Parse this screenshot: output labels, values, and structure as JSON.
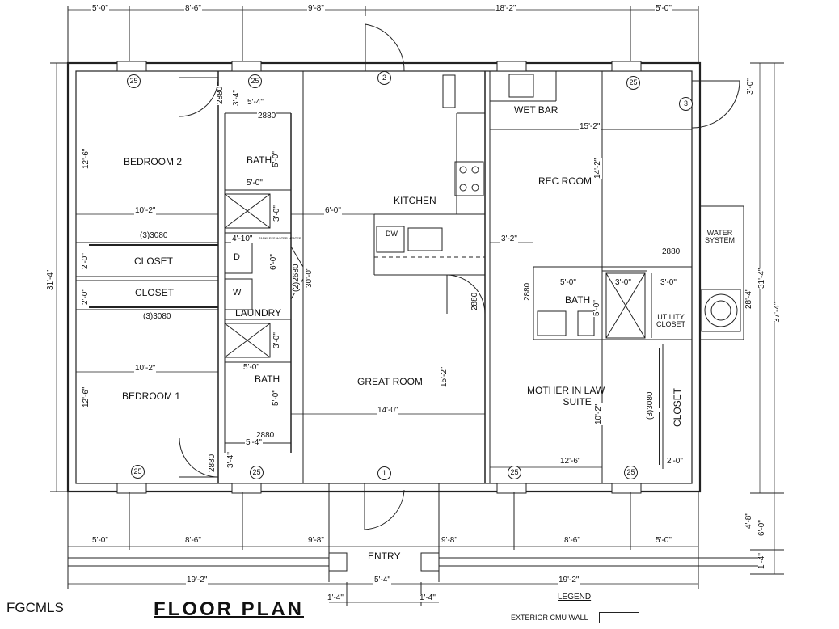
{
  "watermark": "FGCMLS",
  "title": "FLOOR PLAN",
  "legend": {
    "heading": "LEGEND",
    "item": "EXTERIOR CMU WALL"
  },
  "rooms": {
    "bedroom2": "BEDROOM 2",
    "bedroom1": "BEDROOM 1",
    "closet_a": "CLOSET",
    "closet_b": "CLOSET",
    "bath_upper": "BATH",
    "bath_lower": "BATH",
    "laundry": "LAUNDRY",
    "kitchen": "KITCHEN",
    "great_room": "GREAT ROOM",
    "entry": "ENTRY",
    "wet_bar": "WET BAR",
    "rec_room": "REC ROOM",
    "bath_mil": "BATH",
    "utility_closet_1": "UTILITY",
    "utility_closet_2": "CLOSET",
    "mother_in_law_1": "MOTHER IN LAW",
    "mother_in_law_2": "SUITE",
    "closet_mil": "CLOSET",
    "water_system_1": "WATER",
    "water_system_2": "SYSTEM",
    "dw": "DW",
    "dryer": "D",
    "washer": "W"
  },
  "door_tags": {
    "d1": "1",
    "d2": "2",
    "d3": "3",
    "w25a": "25",
    "w25b": "25",
    "w25c": "25",
    "w25d": "25",
    "w25e": "25",
    "w25f": "25"
  },
  "dimensions": {
    "top_1": "5'-0\"",
    "top_2": "8'-6\"",
    "top_3": "9'-8\"",
    "top_4": "18'-2\"",
    "top_5": "5'-0\"",
    "bot_1": "5'-0\"",
    "bot_2": "8'-6\"",
    "bot_3": "9'-8\"",
    "bot_4": "9'-8\"",
    "bot_5": "8'-6\"",
    "bot_6": "5'-0\"",
    "bot_total_l": "19'-2\"",
    "bot_total_c": "5'-4\"",
    "bot_total_r": "19'-2\"",
    "bot_14a": "1'-4\"",
    "bot_14b": "1'-4\"",
    "left_total": "31'-4\"",
    "br2_h": "12'-6\"",
    "br1_h": "12'-6\"",
    "br2_w": "10'-2\"",
    "br1_w": "10'-2\"",
    "closet_h1": "2'-0\"",
    "closet_h2": "2'-0\"",
    "closet_door1": "(3)3080",
    "closet_door2": "(3)3080",
    "door_2880_a": "2880",
    "door_2880_b": "2880",
    "door_2880_c": "2880",
    "door_2880_d": "2880",
    "door_2880_e": "2880",
    "door_2880_f": "2880",
    "door_2880_g": "2880",
    "d_3_4_a": "3'-4\"",
    "d_3_4_b": "3'-4\"",
    "d_5_4_a": "5'-4\"",
    "d_5_4_b": "5'-4\"",
    "bath_h_a": "5'-0\"",
    "bath_w_a": "5'-0\"",
    "bath_h_b": "5'-0\"",
    "bath_w_b": "5'-0\"",
    "shower_a": "3'-0\"",
    "shower_b": "3'-0\"",
    "laundry_w": "4'-10\"",
    "laundry_6": "6'-0\"",
    "laundry_door": "(2)2680",
    "hall_30": "30'-0\"",
    "hall_6": "6'-0\"",
    "great_w": "14'-0\"",
    "great_h": "15'-2\"",
    "rec_w": "15'-2\"",
    "rec_h": "14'-2\"",
    "wetbar_30": "3'-0\"",
    "mil_3_2": "3'-2\"",
    "mil_bath_w": "5'-0\"",
    "mil_bath_h": "5'-0\"",
    "mil_sh_w": "3'-0\"",
    "mil_util_w": "3'-0\"",
    "mil_w": "12'-6\"",
    "mil_h": "10'-2\"",
    "mil_closet_door": "(3)3080",
    "mil_closet_w": "2'-0\"",
    "right_28_4": "28'-4\"",
    "right_31_4": "31'-4\"",
    "right_37_4": "37'-4\"",
    "right_4_8": "4'-8\"",
    "right_6_0": "6'-0\"",
    "right_1_4": "1'-4\"",
    "tankless": "TANKLESS WATER HEATER"
  }
}
